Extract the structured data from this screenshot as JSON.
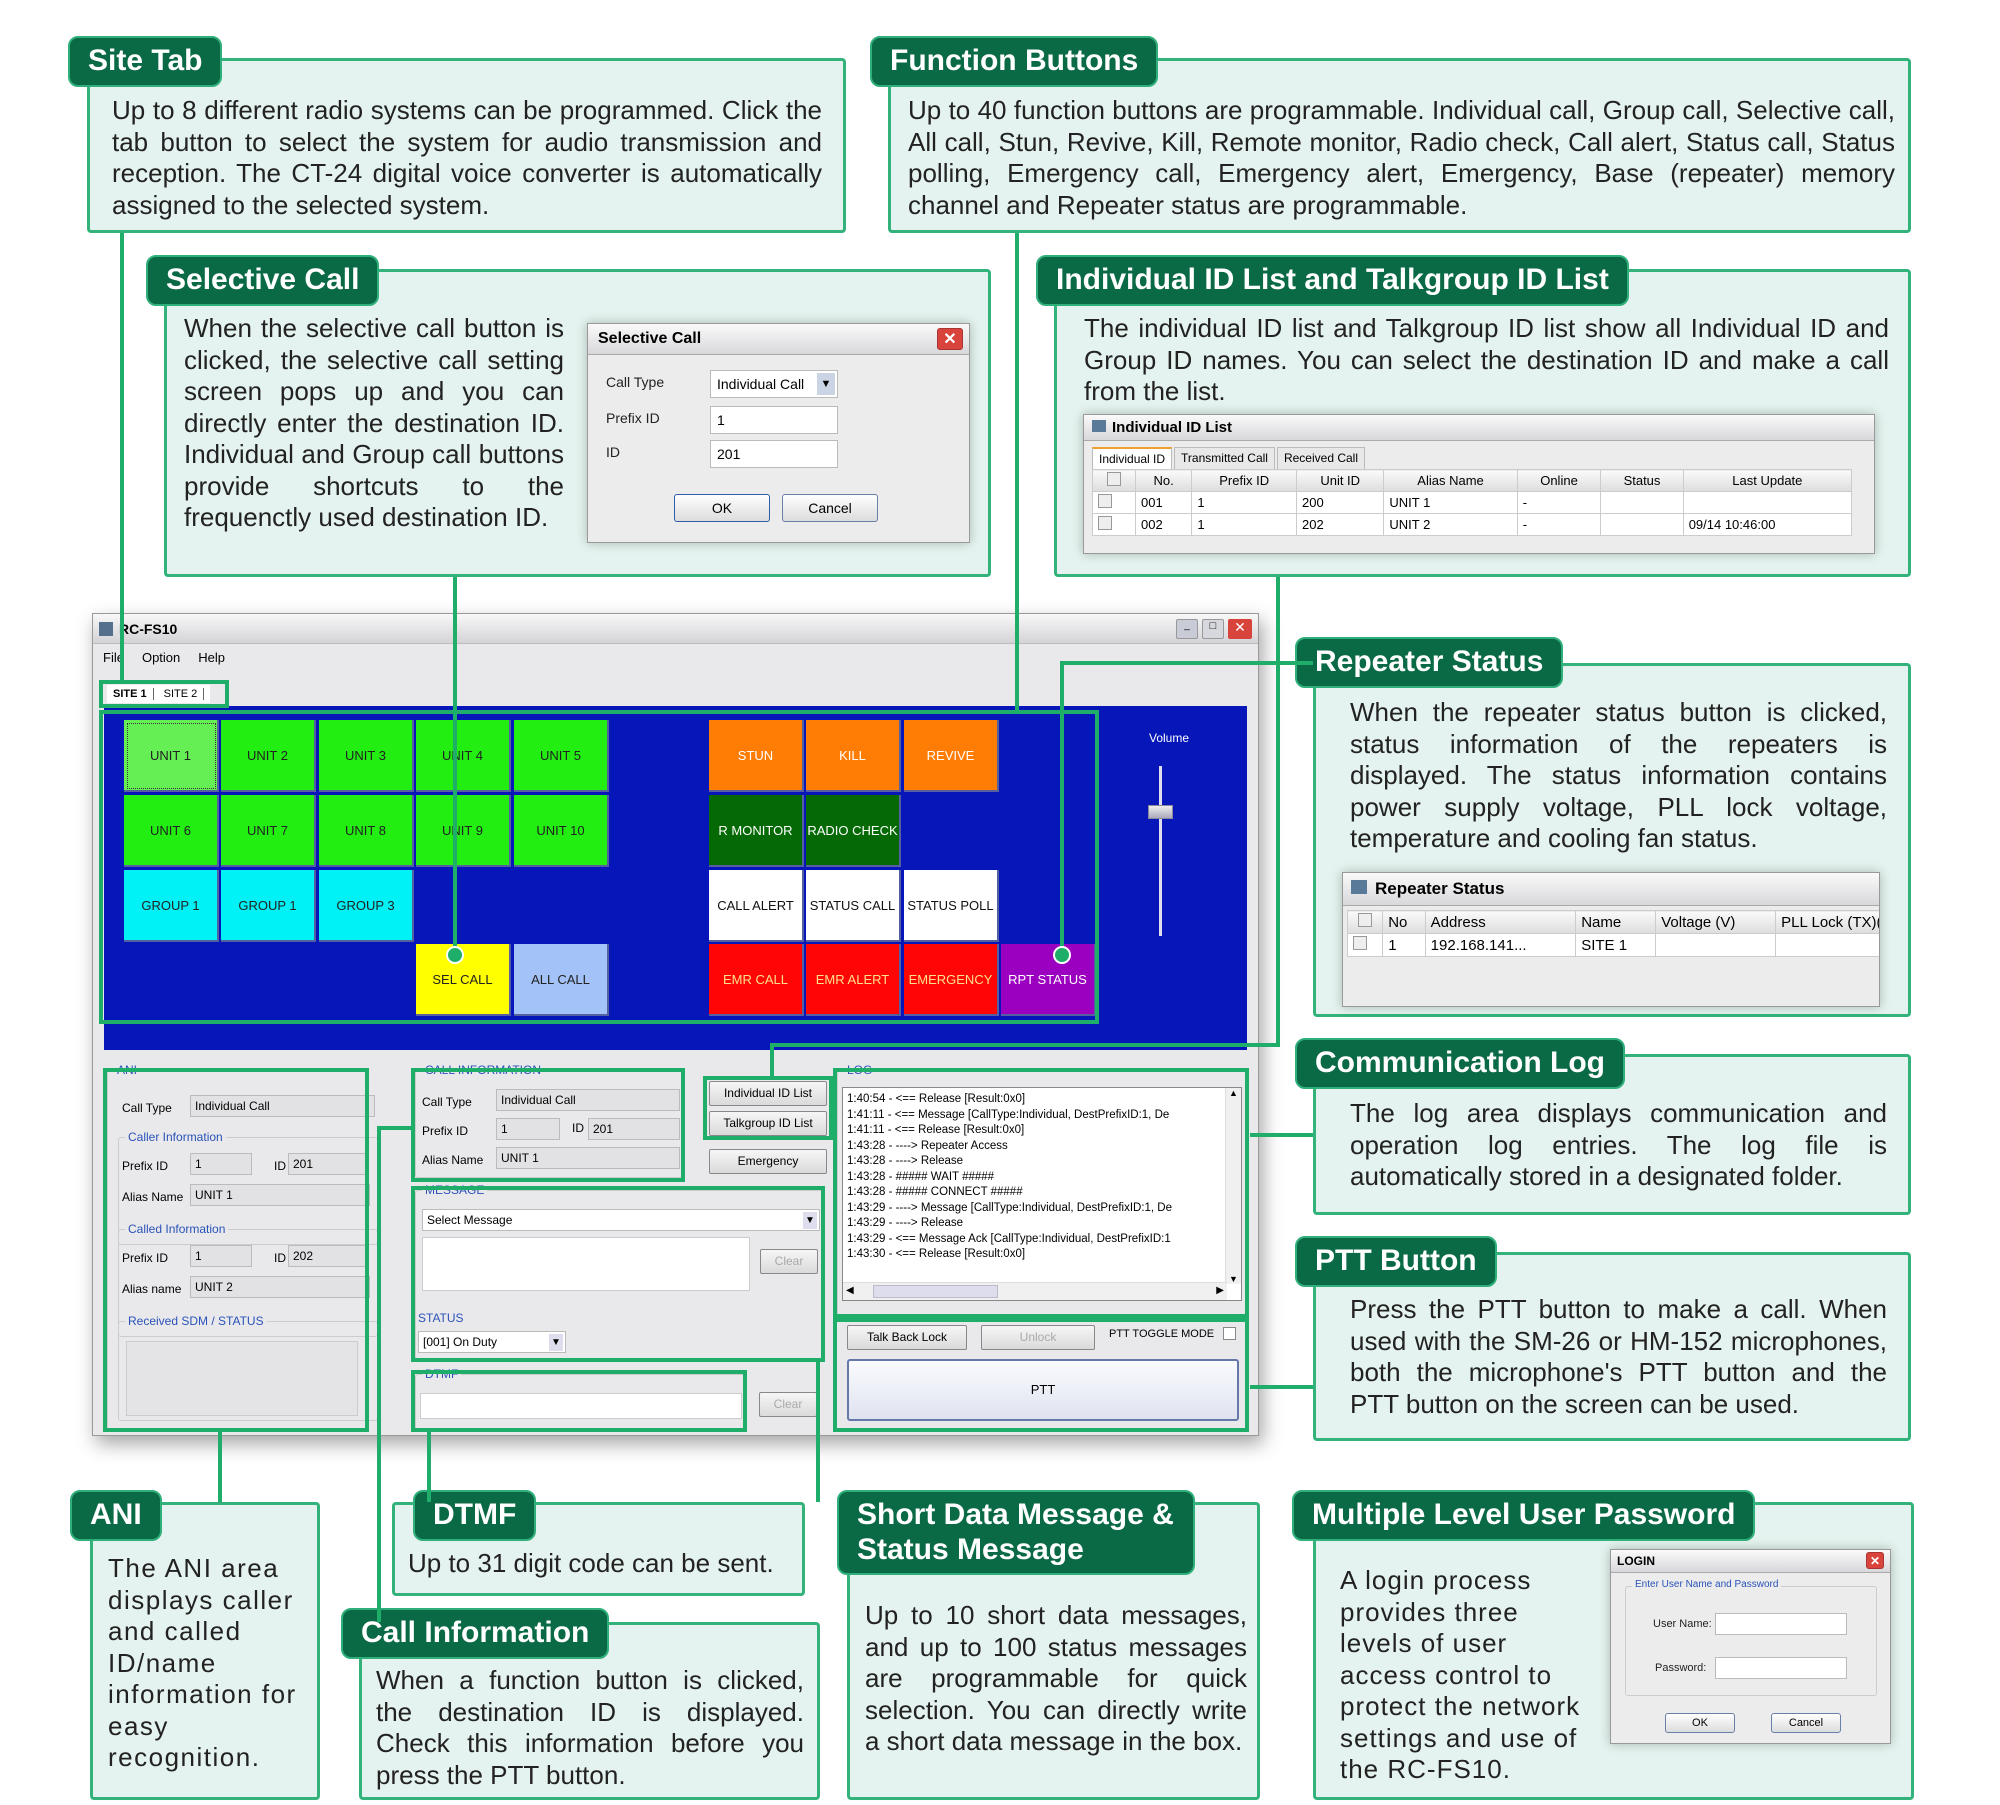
{
  "callouts": {
    "site_tab": {
      "title": "Site Tab",
      "text": "Up to 8 different radio systems can be programmed. Click the tab button to select the system for audio transmission and reception. The CT-24 digital voice converter is automatically assigned to the selected system."
    },
    "function_buttons": {
      "title": "Function Buttons",
      "text": "Up to 40 function buttons are programmable. Individual call, Group call, Selective call, All call, Stun, Revive, Kill, Remote monitor, Radio check, Call alert, Status call, Status polling, Emergency call, Emergency alert, Emergency, Base (repeater) memory channel and Repeater status are programmable."
    },
    "selective_call": {
      "title": "Selective Call",
      "text": "When the selective call button is clicked, the selective call setting screen pops up and you can directly enter the destination ID. Individual and Group call buttons provide shortcuts to the frequenctly used destination ID."
    },
    "id_list": {
      "title": "Individual ID List and Talkgroup ID List",
      "text": "The individual ID list and Talkgroup ID list show all Individual ID and Group ID names. You can select the destination ID and make a call from the list."
    },
    "repeater_status": {
      "title": "Repeater Status",
      "text": "When the repeater status button is clicked, status information of the repeaters is displayed. The status information contains power supply voltage, PLL lock voltage, temperature and cooling fan status."
    },
    "comm_log": {
      "title": "Communication Log",
      "text": "The log area displays communication and operation log entries. The log file is automatically stored in a designated folder."
    },
    "ptt": {
      "title": "PTT Button",
      "text": "Press the PTT button to make a call. When used with the SM-26 or HM-152 microphones, both the microphone's PTT button and the PTT button on the screen can be used."
    },
    "ani": {
      "title": "ANI",
      "text": "The ANI area displays caller and called ID/name information for easy recognition."
    },
    "dtmf": {
      "title": "DTMF",
      "text": "Up to 31 digit code can be sent."
    },
    "call_info": {
      "title": "Call Information",
      "text": "When a function button is clicked, the destination ID is displayed. Check this information before you press the PTT button."
    },
    "sdm": {
      "title": "Short Data Message & Status Message",
      "text": "Up to 10 short data messages, and up to 100 status messages are programmable for quick selection. You can directly write a short data message in the box."
    },
    "password": {
      "title": "Multiple Level User Password",
      "text": "A login process provides three levels of user access control to protect the network settings and use of the RC-FS10."
    }
  },
  "selective_call_dialog": {
    "title": "Selective Call",
    "call_type_label": "Call Type",
    "call_type": "Individual Call",
    "prefix_label": "Prefix ID",
    "prefix": "1",
    "id_label": "ID",
    "id": "201",
    "ok": "OK",
    "cancel": "Cancel"
  },
  "id_list_window": {
    "title": "Individual ID List",
    "tabs": [
      "Individual ID",
      "Transmitted Call",
      "Received Call"
    ],
    "columns": [
      "No.",
      "Prefix ID",
      "Unit ID",
      "Alias Name",
      "Online",
      "Status",
      "Last Update"
    ],
    "rows": [
      [
        "001",
        "1",
        "200",
        "UNIT 1",
        "-",
        "",
        ""
      ],
      [
        "002",
        "1",
        "202",
        "UNIT 2",
        "-",
        "",
        "09/14 10:46:00"
      ]
    ]
  },
  "repeater_window": {
    "title": "Repeater Status",
    "columns": [
      "No",
      "Address",
      "Name",
      "Voltage (V)",
      "PLL Lock (TX)(V"
    ],
    "rows": [
      [
        "1",
        "192.168.141...",
        "SITE 1",
        "",
        ""
      ]
    ]
  },
  "login_dialog": {
    "title": "LOGIN",
    "group": "Enter User Name and Password",
    "user_label": "User Name:",
    "user": "",
    "password_label": "Password:",
    "password": "",
    "ok": "OK",
    "cancel": "Cancel"
  },
  "app": {
    "title": "RC-FS10",
    "menu": [
      "File",
      "Option",
      "Help"
    ],
    "site_tabs": [
      "SITE 1",
      "SITE 2"
    ],
    "volume_label": "Volume",
    "volume_level": 0.75,
    "button_rows": [
      [
        {
          "label": "UNIT 1",
          "bg": "#66ee55",
          "fg": "#222"
        },
        {
          "label": "UNIT 2",
          "bg": "#22ee11",
          "fg": "#222"
        },
        {
          "label": "UNIT 3",
          "bg": "#22ee11",
          "fg": "#222"
        },
        {
          "label": "UNIT 4",
          "bg": "#22ee11",
          "fg": "#222"
        },
        {
          "label": "UNIT 5",
          "bg": "#22ee11",
          "fg": "#222"
        },
        null,
        {
          "label": "STUN",
          "bg": "#ff7d05",
          "fg": "#fff"
        },
        {
          "label": "KILL",
          "bg": "#ff7d05",
          "fg": "#fff"
        },
        {
          "label": "REVIVE",
          "bg": "#ff7d05",
          "fg": "#fff"
        },
        null
      ],
      [
        {
          "label": "UNIT 6",
          "bg": "#22ee11",
          "fg": "#222"
        },
        {
          "label": "UNIT 7",
          "bg": "#22ee11",
          "fg": "#222"
        },
        {
          "label": "UNIT 8",
          "bg": "#22ee11",
          "fg": "#222"
        },
        {
          "label": "UNIT 9",
          "bg": "#22ee11",
          "fg": "#222"
        },
        {
          "label": "UNIT 10",
          "bg": "#22ee11",
          "fg": "#222"
        },
        null,
        {
          "label": "R MONITOR",
          "bg": "#056a05",
          "fg": "#fff"
        },
        {
          "label": "RADIO CHECK",
          "bg": "#056a05",
          "fg": "#fff"
        },
        null,
        null
      ],
      [
        {
          "label": "GROUP 1",
          "bg": "#00f2f6",
          "fg": "#222"
        },
        {
          "label": "GROUP 1",
          "bg": "#00f2f6",
          "fg": "#222"
        },
        {
          "label": "GROUP 3",
          "bg": "#00f2f6",
          "fg": "#222"
        },
        null,
        null,
        null,
        {
          "label": "CALL ALERT",
          "bg": "#ffffff",
          "fg": "#111"
        },
        {
          "label": "STATUS CALL",
          "bg": "#ffffff",
          "fg": "#111"
        },
        {
          "label": "STATUS POLL",
          "bg": "#ffffff",
          "fg": "#111"
        },
        null
      ],
      [
        null,
        null,
        null,
        {
          "label": "SEL CALL",
          "bg": "#ffff00",
          "fg": "#222"
        },
        {
          "label": "ALL CALL",
          "bg": "#a3c2f7",
          "fg": "#222"
        },
        null,
        {
          "label": "EMR CALL",
          "bg": "#ff0505",
          "fg": "#ffe08a"
        },
        {
          "label": "EMR ALERT",
          "bg": "#ff0505",
          "fg": "#ffe08a"
        },
        {
          "label": "EMERGENCY",
          "bg": "#ff0505",
          "fg": "#ffe08a"
        },
        {
          "label": "RPT STATUS",
          "bg": "#9b00c0",
          "fg": "#fff"
        }
      ]
    ],
    "ani": {
      "title": "ANI",
      "call_type_label": "Call Type",
      "call_type": "Individual Call",
      "caller_title": "Caller Information",
      "caller_prefix_label": "Prefix ID",
      "caller_prefix": "1",
      "caller_id_label": "ID",
      "caller_id": "201",
      "caller_alias_label": "Alias Name",
      "caller_alias": "UNIT 1",
      "called_title": "Called Information",
      "called_prefix_label": "Prefix ID",
      "called_prefix": "1",
      "called_id_label": "ID",
      "called_id": "202",
      "called_alias_label": "Alias name",
      "called_alias": "UNIT 2",
      "received_title": "Received SDM / STATUS"
    },
    "call_info": {
      "title": "CALL INFORMATION",
      "call_type_label": "Call Type",
      "call_type": "Individual Call",
      "prefix_label": "Prefix ID",
      "prefix": "1",
      "id_label": "ID",
      "id": "201",
      "alias_label": "Alias Name",
      "alias": "UNIT 1"
    },
    "individual_id_list_btn": "Individual ID List",
    "talkgroup_id_list_btn": "Talkgroup ID List",
    "emergency_btn": "Emergency",
    "message": {
      "title": "MESSAGE",
      "select": "Select Message",
      "text": "",
      "clear": "Clear",
      "status_title": "STATUS",
      "status": "[001] On Duty"
    },
    "dtmf": {
      "title": "DTMF",
      "value": "",
      "clear": "Clear"
    },
    "log": {
      "title": "LOG",
      "lines": [
        "1:40:54 - <== Release [Result:0x0]",
        "1:41:11 - <== Message [CallType:Individual, DestPrefixID:1, De",
        "1:41:11 - <== Release [Result:0x0]",
        "1:43:28 - ----> Repeater Access",
        "1:43:28 - ----> Release",
        "1:43:28 - ##### WAIT #####",
        "1:43:28 - ##### CONNECT #####",
        "1:43:29 - ----> Message [CallType:Individual, DestPrefixID:1, De",
        "1:43:29 - ----> Release",
        "1:43:29 - <== Message Ack [CallType:Individual, DestPrefixID:1",
        "1:43:30 - <== Release [Result:0x0]"
      ]
    },
    "talk_back_lock": "Talk Back Lock",
    "unlock": "Unlock",
    "ptt_toggle_label": "PTT TOGGLE MODE",
    "ptt": "PTT"
  },
  "colors": {
    "accent": "#0b6a46",
    "border": "#33b27c",
    "panel_blue": "#0616b8"
  }
}
